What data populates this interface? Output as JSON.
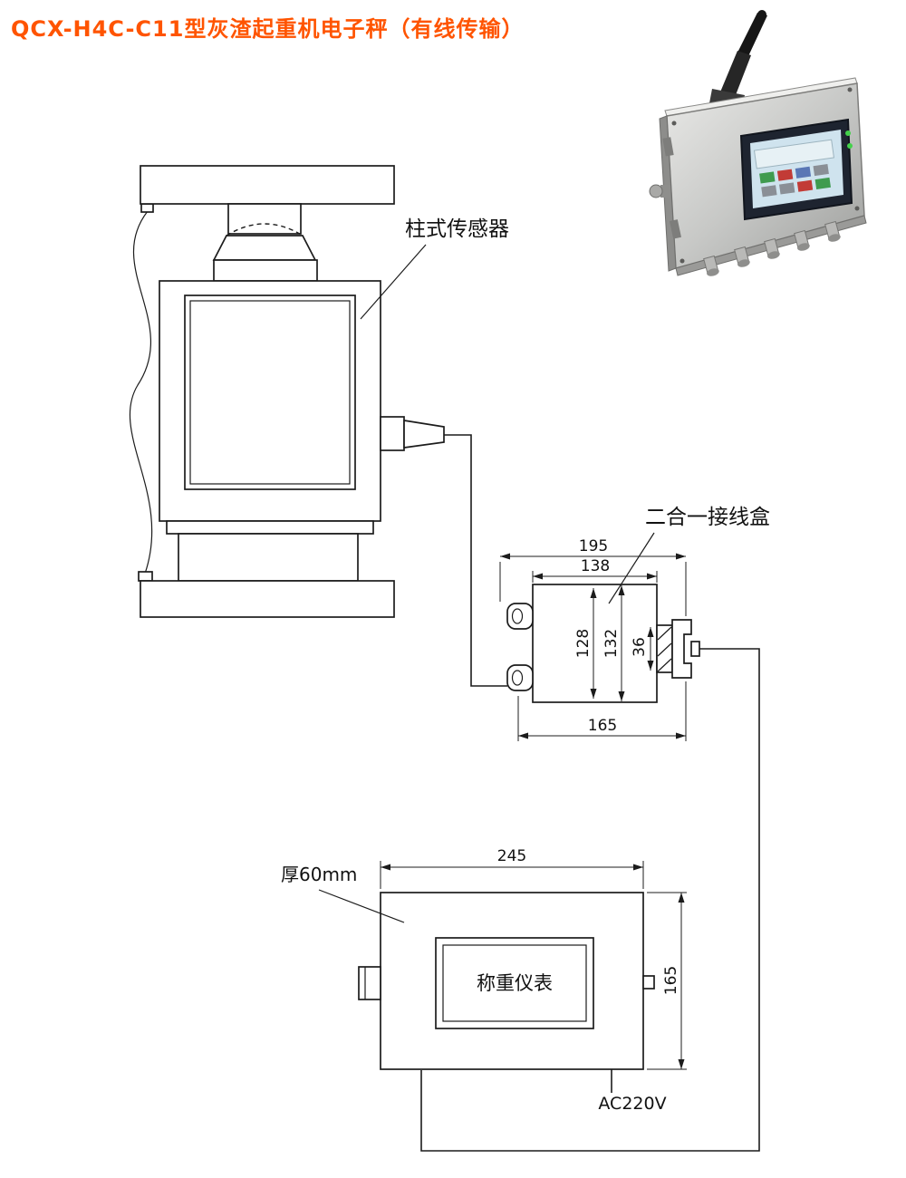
{
  "title": "QCX-H4C-C11型灰渣起重机电子秤（有线传输）",
  "colors": {
    "title_accent": "#ff5400",
    "line": "#1c1c1c"
  },
  "sensor": {
    "label": "柱式传感器"
  },
  "junction_box": {
    "label": "二合一接线盒",
    "dims": {
      "outer_width": "195",
      "inner_width": "138",
      "height_left": "128",
      "height_right": "132",
      "connector_height": "36",
      "bottom_width": "165"
    }
  },
  "indicator": {
    "thickness_label": "厚60mm",
    "screen_label": "称重仪表",
    "power_label": "AC220V",
    "dims": {
      "width": "245",
      "height": "165"
    }
  }
}
